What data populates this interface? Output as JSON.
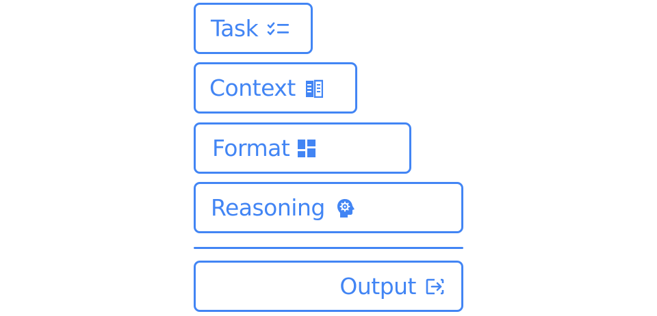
{
  "accent_color": "#4285f4",
  "blocks": [
    {
      "label": "Task",
      "icon": "checklist-icon"
    },
    {
      "label": "Context",
      "icon": "book-icon"
    },
    {
      "label": "Format",
      "icon": "grid-layout-icon"
    },
    {
      "label": "Reasoning",
      "icon": "head-gear-icon"
    }
  ],
  "output": {
    "label": "Output",
    "icon": "export-icon"
  }
}
